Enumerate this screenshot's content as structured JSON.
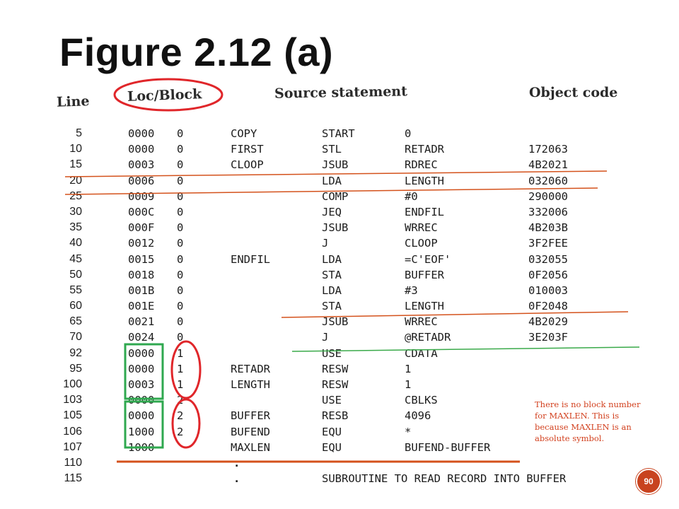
{
  "slide": {
    "title": "Figure 2.12 (a)",
    "page_number": "90"
  },
  "table": {
    "headers": {
      "line": "Line",
      "loc_block": "Loc/Block",
      "source": "Source statement",
      "object": "Object code"
    },
    "rows": [
      {
        "line": "5",
        "loc": "0000",
        "block": "0",
        "label": "COPY",
        "op": "START",
        "arg": "0",
        "obj": ""
      },
      {
        "line": "10",
        "loc": "0000",
        "block": "0",
        "label": "FIRST",
        "op": "STL",
        "arg": "RETADR",
        "obj": "172063"
      },
      {
        "line": "15",
        "loc": "0003",
        "block": "0",
        "label": "CLOOP",
        "op": "JSUB",
        "arg": "RDREC",
        "obj": "4B2021"
      },
      {
        "line": "20",
        "loc": "0006",
        "block": "0",
        "label": "",
        "op": "LDA",
        "arg": "LENGTH",
        "obj": "032060"
      },
      {
        "line": "25",
        "loc": "0009",
        "block": "0",
        "label": "",
        "op": "COMP",
        "arg": "#0",
        "obj": "290000"
      },
      {
        "line": "30",
        "loc": "000C",
        "block": "0",
        "label": "",
        "op": "JEQ",
        "arg": "ENDFIL",
        "obj": "332006"
      },
      {
        "line": "35",
        "loc": "000F",
        "block": "0",
        "label": "",
        "op": "JSUB",
        "arg": "WRREC",
        "obj": "4B203B"
      },
      {
        "line": "40",
        "loc": "0012",
        "block": "0",
        "label": "",
        "op": "J",
        "arg": "CLOOP",
        "obj": "3F2FEE"
      },
      {
        "line": "45",
        "loc": "0015",
        "block": "0",
        "label": "ENDFIL",
        "op": "LDA",
        "arg": "=C'EOF'",
        "obj": "032055"
      },
      {
        "line": "50",
        "loc": "0018",
        "block": "0",
        "label": "",
        "op": "STA",
        "arg": "BUFFER",
        "obj": "0F2056"
      },
      {
        "line": "55",
        "loc": "001B",
        "block": "0",
        "label": "",
        "op": "LDA",
        "arg": "#3",
        "obj": "010003"
      },
      {
        "line": "60",
        "loc": "001E",
        "block": "0",
        "label": "",
        "op": "STA",
        "arg": "LENGTH",
        "obj": "0F2048"
      },
      {
        "line": "65",
        "loc": "0021",
        "block": "0",
        "label": "",
        "op": "JSUB",
        "arg": "WRREC",
        "obj": "4B2029"
      },
      {
        "line": "70",
        "loc": "0024",
        "block": "0",
        "label": "",
        "op": "J",
        "arg": "@RETADR",
        "obj": "3E203F"
      },
      {
        "line": "92",
        "loc": "0000",
        "block": "1",
        "label": "",
        "op": "USE",
        "arg": "CDATA",
        "obj": ""
      },
      {
        "line": "95",
        "loc": "0000",
        "block": "1",
        "label": "RETADR",
        "op": "RESW",
        "arg": "1",
        "obj": ""
      },
      {
        "line": "100",
        "loc": "0003",
        "block": "1",
        "label": "LENGTH",
        "op": "RESW",
        "arg": "1",
        "obj": ""
      },
      {
        "line": "103",
        "loc": "0000",
        "block": "2",
        "label": "",
        "op": "USE",
        "arg": "CBLKS",
        "obj": ""
      },
      {
        "line": "105",
        "loc": "0000",
        "block": "2",
        "label": "BUFFER",
        "op": "RESB",
        "arg": "4096",
        "obj": ""
      },
      {
        "line": "106",
        "loc": "1000",
        "block": "2",
        "label": "BUFEND",
        "op": "EQU",
        "arg": "*",
        "obj": ""
      },
      {
        "line": "107",
        "loc": "1000",
        "block": "",
        "label": "MAXLEN",
        "op": "EQU",
        "arg": "BUFEND-BUFFER",
        "obj": ""
      },
      {
        "line": "110",
        "loc": "",
        "block": "",
        "label": ".",
        "op": "",
        "arg": "",
        "obj": ""
      },
      {
        "line": "115",
        "loc": "",
        "block": "",
        "label": ".",
        "op": "SUBROUTINE TO READ RECORD INTO BUFFER",
        "arg": "",
        "obj": ""
      }
    ]
  },
  "annotation": {
    "note": "There is no block number for MAXLEN. This is because MAXLEN is an absolute symbol."
  },
  "colors": {
    "circle": "#e0262a",
    "box": "#2fa84f",
    "orange_line": "#d4521c",
    "green_line": "#3aaa4a",
    "note_text": "#d2401e",
    "badge": "#c8431f"
  }
}
